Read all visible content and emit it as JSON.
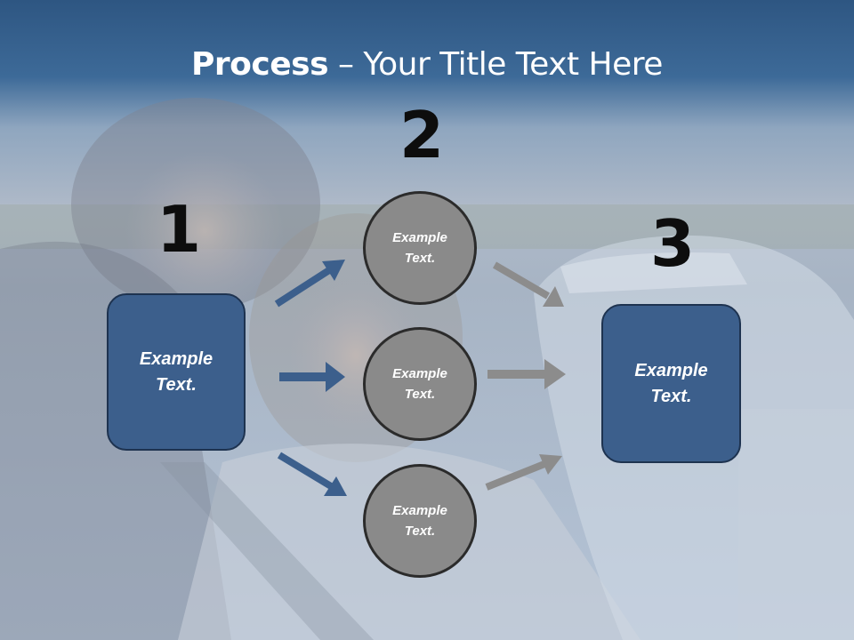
{
  "slide": {
    "title_bold": "Process",
    "title_rest": " – Your Title Text Here"
  },
  "steps": {
    "n1": "1",
    "n2": "2",
    "n3": "3"
  },
  "left_box": {
    "text": "Example Text."
  },
  "circles": [
    {
      "text": "Example Text."
    },
    {
      "text": "Example Text."
    },
    {
      "text": "Example Text."
    }
  ],
  "right_box": {
    "text": "Example Text."
  },
  "colors": {
    "box_fill": "#3c5f8c",
    "circle_fill": "#8a8a8a",
    "arrow_blue": "#3c5f8c",
    "arrow_gray": "#8c8c8c"
  }
}
